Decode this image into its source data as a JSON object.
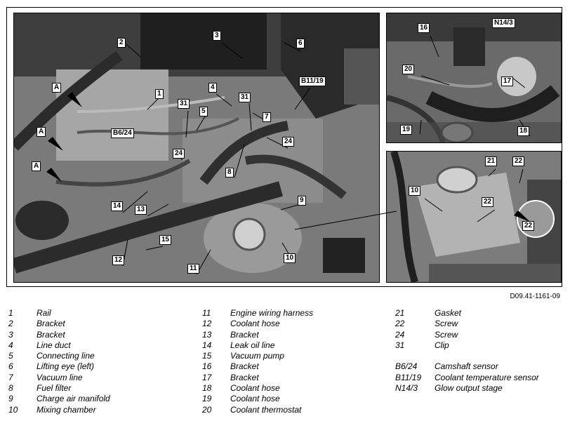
{
  "figure": {
    "code": "D09.41-1161-09",
    "main_callouts": [
      "1",
      "2",
      "3",
      "4",
      "5",
      "6",
      "7",
      "8",
      "9",
      "10",
      "11",
      "12",
      "13",
      "14",
      "15",
      "24",
      "24",
      "31",
      "31",
      "A",
      "A",
      "A",
      "B6/24",
      "B11/19"
    ],
    "top_callouts": [
      "16",
      "N14/3",
      "20",
      "17",
      "19",
      "18"
    ],
    "bottom_callouts": [
      "21",
      "22",
      "10",
      "22",
      "22"
    ]
  },
  "legend": {
    "col1": [
      {
        "num": "1",
        "text": "Rail"
      },
      {
        "num": "2",
        "text": "Bracket"
      },
      {
        "num": "3",
        "text": "Bracket"
      },
      {
        "num": "4",
        "text": "Line duct"
      },
      {
        "num": "5",
        "text": "Connecting line"
      },
      {
        "num": "6",
        "text": "Lifting eye (left)"
      },
      {
        "num": "7",
        "text": "Vacuum line"
      },
      {
        "num": "8",
        "text": "Fuel filter"
      },
      {
        "num": "9",
        "text": "Charge air manifold"
      },
      {
        "num": "10",
        "text": "Mixing chamber"
      }
    ],
    "col2": [
      {
        "num": "11",
        "text": "Engine wiring harness"
      },
      {
        "num": "12",
        "text": "Coolant hose"
      },
      {
        "num": "13",
        "text": "Bracket"
      },
      {
        "num": "14",
        "text": "Leak oil line"
      },
      {
        "num": "15",
        "text": "Vacuum pump"
      },
      {
        "num": "16",
        "text": "Bracket"
      },
      {
        "num": "17",
        "text": "Bracket"
      },
      {
        "num": "18",
        "text": "Coolant hose"
      },
      {
        "num": "19",
        "text": "Coolant hose"
      },
      {
        "num": "20",
        "text": "Coolant thermostat"
      }
    ],
    "col3a": [
      {
        "num": "21",
        "text": "Gasket"
      },
      {
        "num": "22",
        "text": "Screw"
      },
      {
        "num": "24",
        "text": "Screw"
      },
      {
        "num": "31",
        "text": "Clip"
      }
    ],
    "col3b": [
      {
        "num": "B6/24",
        "text": "Camshaft sensor"
      },
      {
        "num": "B11/19",
        "text": "Coolant temperature sensor"
      },
      {
        "num": "N14/3",
        "text": "Glow output stage"
      }
    ]
  }
}
